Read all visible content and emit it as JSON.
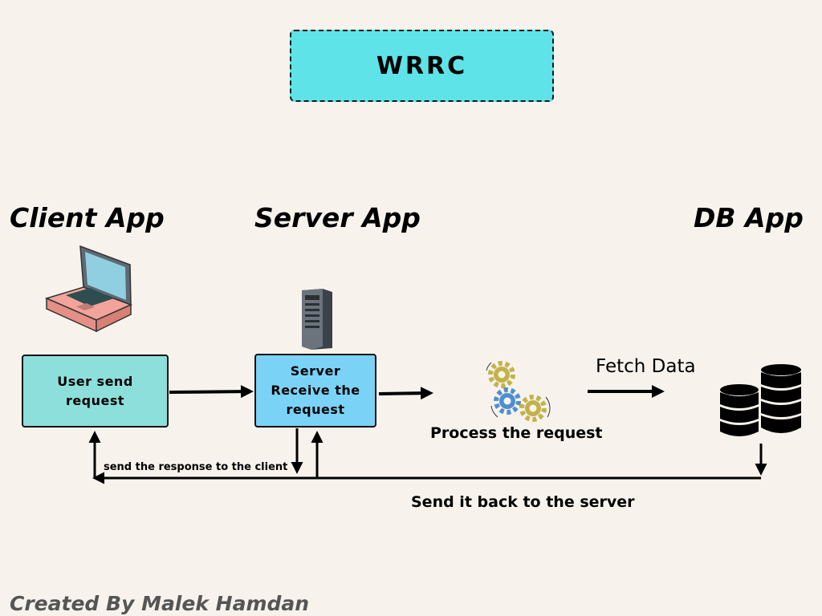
{
  "title": "WRRC",
  "headings": {
    "client": "Client App",
    "server": "Server App",
    "db": "DB App"
  },
  "boxes": {
    "client": [
      "User send",
      "request"
    ],
    "server": [
      "Server",
      "Receive the",
      "request"
    ]
  },
  "labels": {
    "process": "Process the request",
    "fetch": "Fetch Data",
    "response_to_client": "send the response to the client",
    "send_back": "Send it back to the server",
    "credit": "Created By Malek Hamdan"
  },
  "colors": {
    "background": "#f7f3ec",
    "title_box": "#5ee3e8",
    "client_box": "#8ddfdc",
    "server_box": "#7ad3f6",
    "laptop": "#f2a49a",
    "gear_gold": "#c2b24a",
    "gear_blue": "#4f8fcf"
  },
  "icons": {
    "client": "laptop-icon",
    "server": "server-tower-icon",
    "process": "gears-icon",
    "db": "database-icon"
  }
}
